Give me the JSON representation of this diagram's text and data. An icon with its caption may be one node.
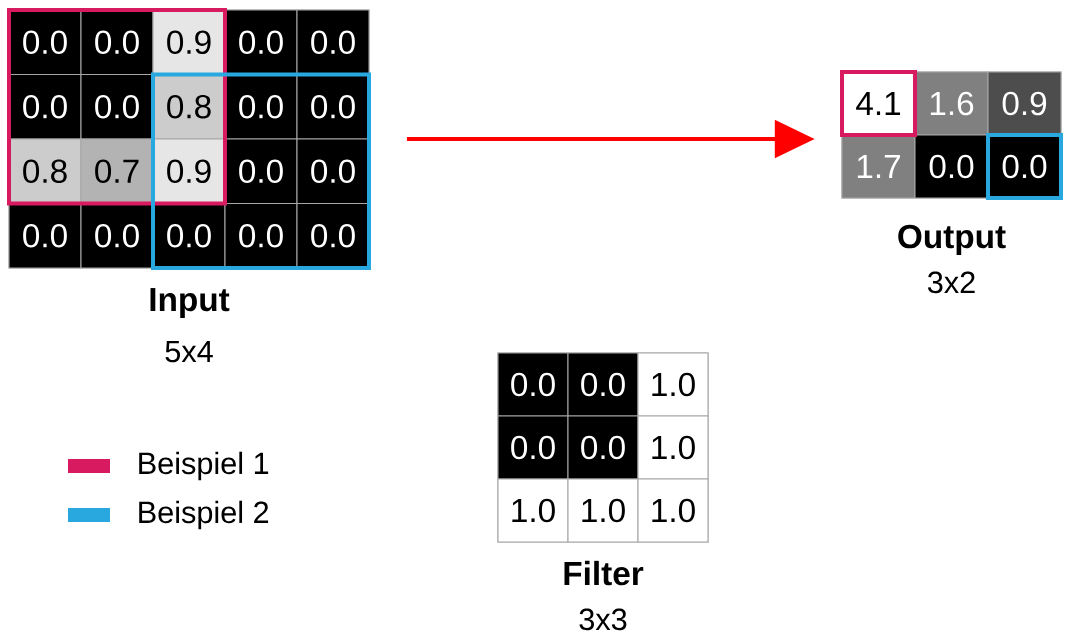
{
  "diagram": {
    "nodes": [
      {
        "text": [
          "Input"
        ],
        "beside": [
          "5x4"
        ]
      },
      {
        "text": [
          "0.0"
        ],
        "in": 0
      },
      {
        "text": [
          "0.0"
        ],
        "in": 0
      },
      {
        "text": [
          "0.9"
        ],
        "in": 0
      },
      {
        "text": [
          "0.0"
        ],
        "in": 0
      },
      {
        "text": [
          "0.0"
        ],
        "in": 0
      },
      {
        "text": [
          "0.0"
        ],
        "in": 0
      },
      {
        "text": [
          "0.0"
        ],
        "in": 0
      },
      {
        "text": [
          "0.8"
        ],
        "in": 0
      },
      {
        "text": [
          "0.0"
        ],
        "in": 0
      },
      {
        "text": [
          "0.0"
        ],
        "in": 0
      },
      {
        "text": [
          "0.8"
        ],
        "in": 0
      },
      {
        "text": [
          "0.7"
        ],
        "in": 0
      },
      {
        "text": [
          "0.9"
        ],
        "in": 0
      },
      {
        "text": [
          "0.0"
        ],
        "in": 0
      },
      {
        "text": [
          "0.0"
        ],
        "in": 0
      },
      {
        "text": [
          "0.0"
        ],
        "in": 0
      },
      {
        "text": [
          "0.0"
        ],
        "in": 0
      },
      {
        "text": [
          "0.0"
        ],
        "in": 0
      },
      {
        "text": [
          "0.0"
        ],
        "in": 0
      },
      {
        "text": [
          "0.0"
        ],
        "in": 0
      },
      {
        "text": [
          "Output"
        ],
        "beside": [
          "3x2"
        ]
      },
      {
        "text": [
          "4.1"
        ],
        "in": 21
      },
      {
        "text": [
          "1.6"
        ],
        "in": 21
      },
      {
        "text": [
          "0.9"
        ],
        "in": 21
      },
      {
        "text": [
          "1.7"
        ],
        "in": 21
      },
      {
        "text": [
          "0.0"
        ],
        "in": 21
      },
      {
        "text": [
          "0.0"
        ],
        "in": 21
      },
      {
        "text": [
          "Filter"
        ],
        "beside": [
          "3x3"
        ]
      },
      {
        "text": [
          "0.0"
        ],
        "in": 28
      },
      {
        "text": [
          "0.0"
        ],
        "in": 28
      },
      {
        "text": [
          "1.0"
        ],
        "in": 28
      },
      {
        "text": [
          "0.0"
        ],
        "in": 28
      },
      {
        "text": [
          "0.0"
        ],
        "in": 28
      },
      {
        "text": [
          "1.0"
        ],
        "in": 28
      },
      {
        "text": [
          "1.0"
        ],
        "in": 28
      },
      {
        "text": [
          "1.0"
        ],
        "in": 28
      },
      {
        "text": [
          "1.0"
        ],
        "in": 28
      }
    ],
    "edges": [
      {
        "from": 0,
        "to": 21,
        "arrow": "to",
        "color": "#ff0000"
      }
    ],
    "legend": [
      {
        "text": "Beispiel 1",
        "color": "#d81b60"
      },
      {
        "text": "Beispiel 2",
        "color": "#29a8e0"
      }
    ]
  }
}
